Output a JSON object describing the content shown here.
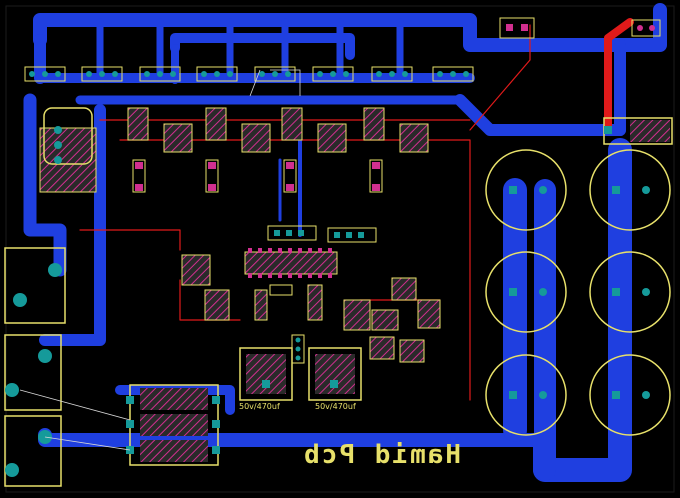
{
  "board": {
    "background": "#000000",
    "colors": {
      "trace_blue": "#1f3fe0",
      "trace_red": "#e01a1a",
      "silk": "#e7e06a",
      "pad": "#d12f8f",
      "copper_teal": "#159a9a"
    }
  },
  "labels": {
    "brand": "Hamid Pcb",
    "cap_left": "50v/470uf",
    "cap_right": "50v/470uf"
  },
  "components": {
    "mosfet_count": 8,
    "big_caps": 6,
    "icons": [
      "capacitor-icon",
      "mosfet-icon",
      "ic-icon",
      "terminal-icon",
      "resistor-icon"
    ]
  }
}
